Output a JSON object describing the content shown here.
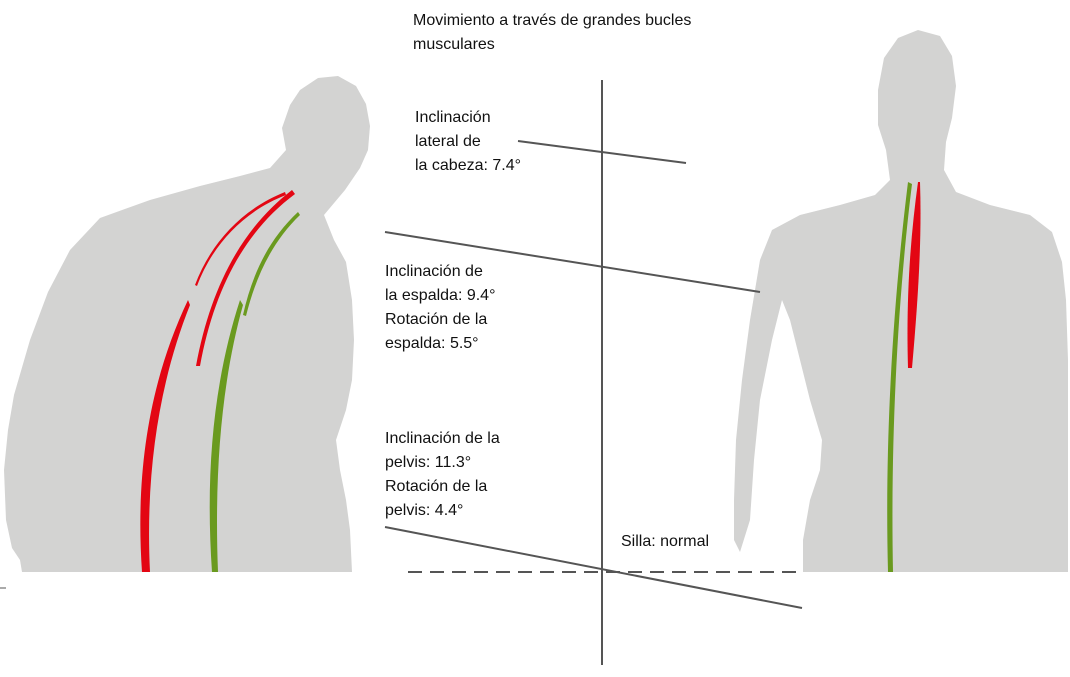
{
  "title": {
    "line1": "Movimiento a través de grandes bucles",
    "line2": "musculares"
  },
  "labels": {
    "head_tilt": {
      "line1": "Inclinación",
      "line2": "lateral de",
      "line3": "la cabeza: 7.4°"
    },
    "back_tilt": {
      "line1": "Inclinación de",
      "line2": "la espalda: 9.4°"
    },
    "back_rotation": {
      "line1": "Rotación de la",
      "line2": "espalda: 5.5°"
    },
    "pelvis_tilt": {
      "line1": "Inclinación de la",
      "line2": "pelvis: 11.3°"
    },
    "pelvis_rotation": {
      "line1": "Rotación de la",
      "line2": "pelvis: 4.4°"
    },
    "chair": "Silla: normal"
  },
  "measurements": {
    "head_lateral_tilt_deg": 7.4,
    "back_tilt_deg": 9.4,
    "back_rotation_deg": 5.5,
    "pelvis_tilt_deg": 11.3,
    "pelvis_rotation_deg": 4.4
  },
  "colors": {
    "silhouette": "#d3d3d2",
    "muscle_red": "#e30613",
    "muscle_green": "#6a9a1f",
    "axis_line": "#555555",
    "text": "#111111"
  }
}
